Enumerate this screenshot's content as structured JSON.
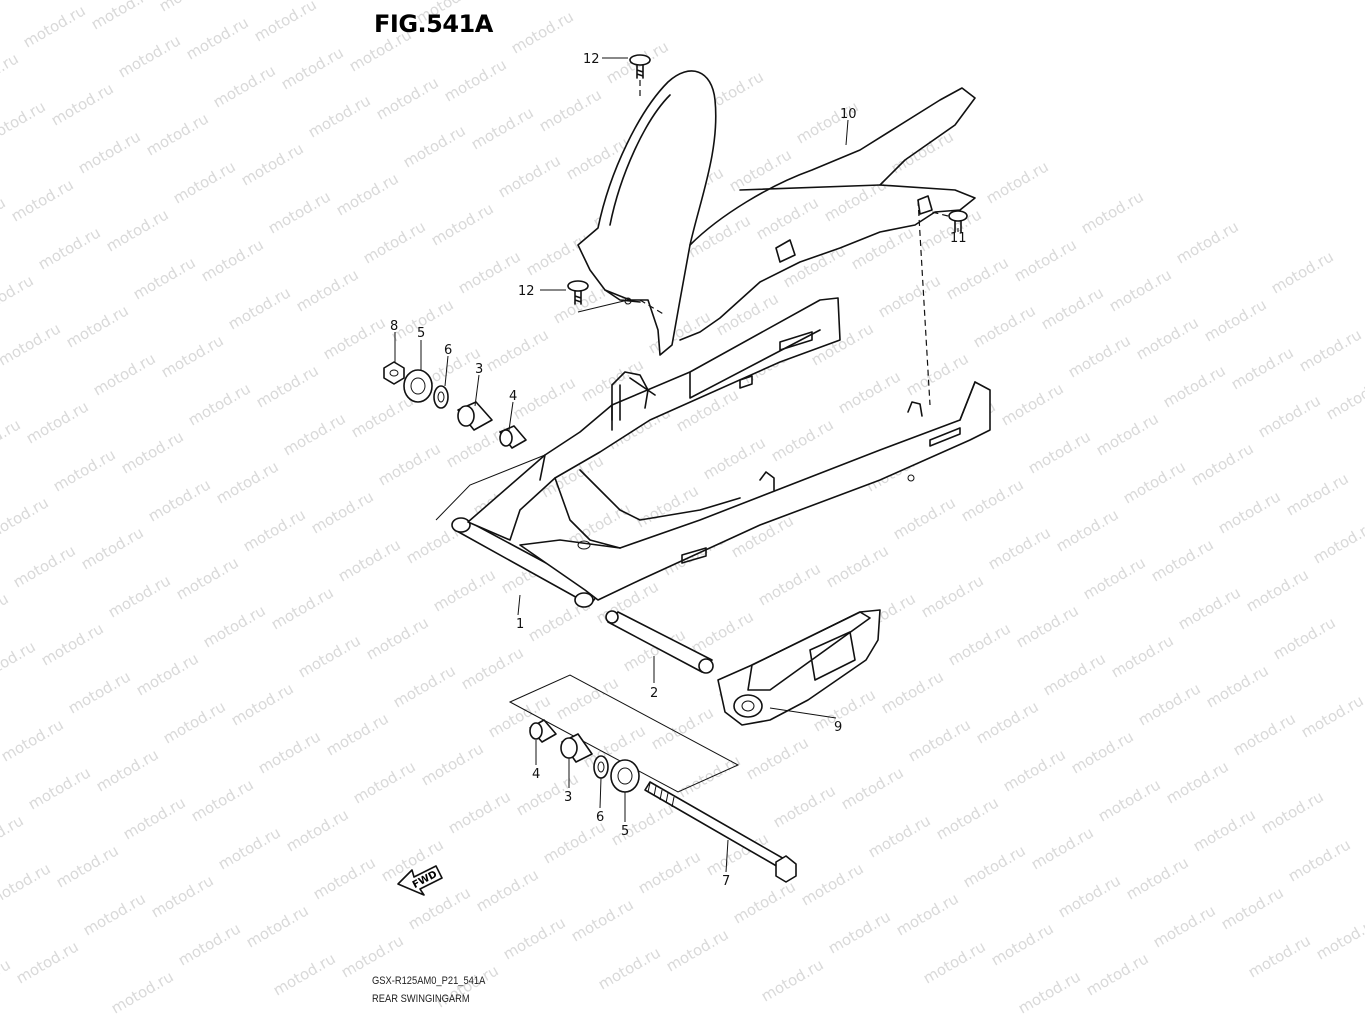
{
  "figure": {
    "title": "FIG.541A",
    "code": "GSX-R125AM0_P21_541A",
    "name": "REAR SWINGINGARM",
    "fwd_label": "FWD"
  },
  "watermark": {
    "text": "motod.ru",
    "color": "#d9d9d9"
  },
  "callouts": [
    {
      "id": "c12a",
      "label": "12"
    },
    {
      "id": "c10",
      "label": "10"
    },
    {
      "id": "c11",
      "label": "11"
    },
    {
      "id": "c12b",
      "label": "12"
    },
    {
      "id": "c8",
      "label": "8"
    },
    {
      "id": "c5a",
      "label": "5"
    },
    {
      "id": "c6a",
      "label": "6"
    },
    {
      "id": "c3a",
      "label": "3"
    },
    {
      "id": "c4a",
      "label": "4"
    },
    {
      "id": "c1",
      "label": "1"
    },
    {
      "id": "c2",
      "label": "2"
    },
    {
      "id": "c9",
      "label": "9"
    },
    {
      "id": "c4b",
      "label": "4"
    },
    {
      "id": "c3b",
      "label": "3"
    },
    {
      "id": "c6b",
      "label": "6"
    },
    {
      "id": "c5b",
      "label": "5"
    },
    {
      "id": "c7",
      "label": "7"
    }
  ]
}
